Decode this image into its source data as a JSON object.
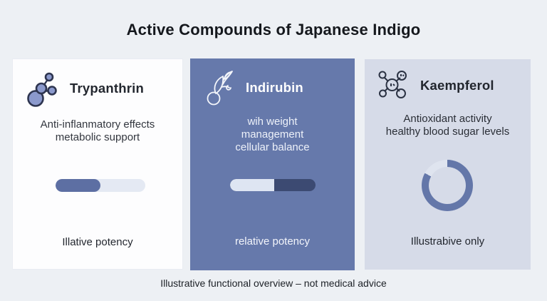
{
  "title": "Active Compounds of Japanese Indigo",
  "footer": "Illustrative functional overview – not medical advice",
  "colors": {
    "page_bg": "#edf0f4",
    "card1_bg": "#fdfdfe",
    "card2_bg": "#6679ab",
    "card3_bg": "#d6dbe8",
    "bar_fill": "#5d6fa3",
    "bar_track": "#e4e9f3",
    "bar_dark": "#3c4a72",
    "bar_light": "#dee5f2",
    "donut_fill": "#6477a9",
    "donut_rest": "#dfe4ef"
  },
  "cards": [
    {
      "id": "trypanthrin",
      "icon": "molecule-cluster-icon",
      "title": "Trypanthrin",
      "lines": [
        "Anti-inflanmatory effects",
        "metabolic support"
      ],
      "chart": {
        "type": "bar",
        "fill_percent": 50
      },
      "caption": "Illative potency"
    },
    {
      "id": "indirubin",
      "icon": "indigo-plant-icon",
      "title": "Indirubin",
      "lines": [
        "wih weight",
        "management",
        "cellular balance"
      ],
      "chart": {
        "type": "bar",
        "light_percent": 52
      },
      "caption": "relative potency"
    },
    {
      "id": "kaempferol",
      "icon": "molecule-network-icon",
      "title": "Kaempferol",
      "lines": [
        "Antioxidant activity",
        "healthy blood sugar levels"
      ],
      "chart": {
        "type": "donut",
        "filled_percent": 83
      },
      "caption": "Illustrabive only"
    }
  ]
}
